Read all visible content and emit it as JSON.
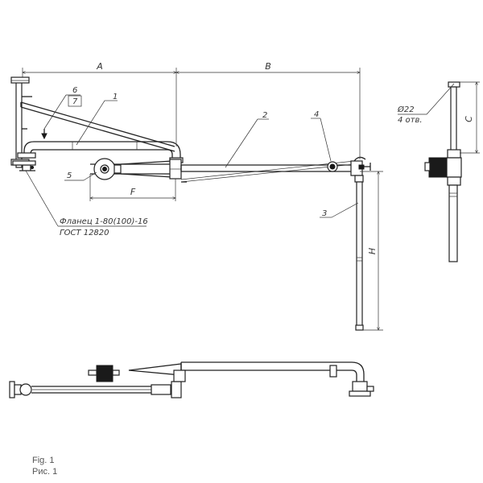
{
  "dimensions": {
    "a": "A",
    "b": "B",
    "c": "C",
    "f": "F",
    "h": "H"
  },
  "labels": {
    "part_1": "1",
    "part_2": "2",
    "part_3": "3",
    "part_4": "4",
    "part_5": "5",
    "part_6": "6",
    "part_7": "7"
  },
  "notes": {
    "hole_diameter": "Ø22",
    "hole_count": "4 отв.",
    "flange_line1": "Фланец 1-80(100)-16",
    "flange_line2": "ГОСТ 12820"
  },
  "caption": {
    "en": "Fig. 1",
    "ru": "Рис. 1"
  }
}
